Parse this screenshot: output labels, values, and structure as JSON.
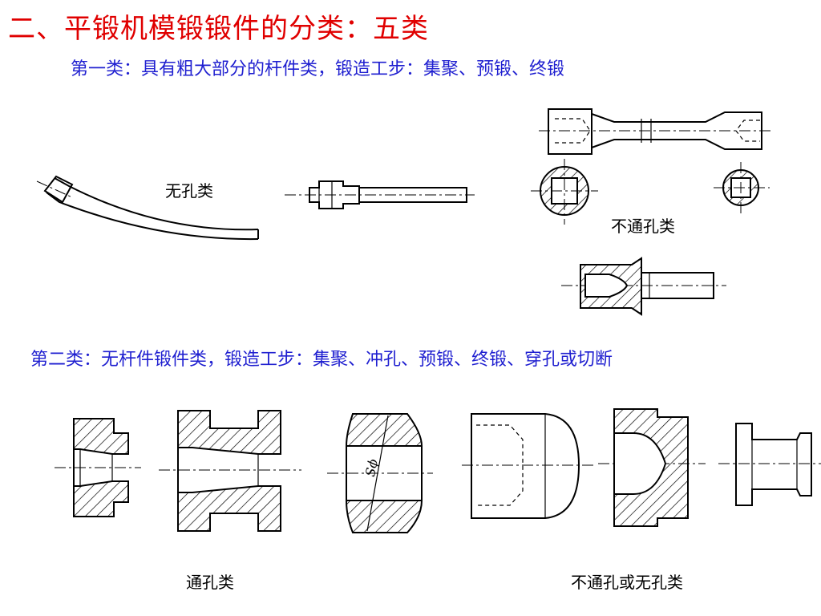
{
  "title": "二、平锻机模锻锻件的分类：五类",
  "category1": "第一类：具有粗大部分的杆件类，锻造工步：集聚、预锻、终锻",
  "category2": "第二类：无杆件锻件类，锻造工步：集聚、冲孔、预锻、终锻、穿孔或切断",
  "labels": {
    "no_hole": "无孔类",
    "blind_hole_top": "不通孔类",
    "through_hole": "通孔类",
    "blind_or_no_hole": "不通孔或无孔类",
    "dim_mark": "Sϕ"
  },
  "colors": {
    "title": "#e00000",
    "subtitle": "#1f1fd0",
    "drawing": "#000000"
  }
}
